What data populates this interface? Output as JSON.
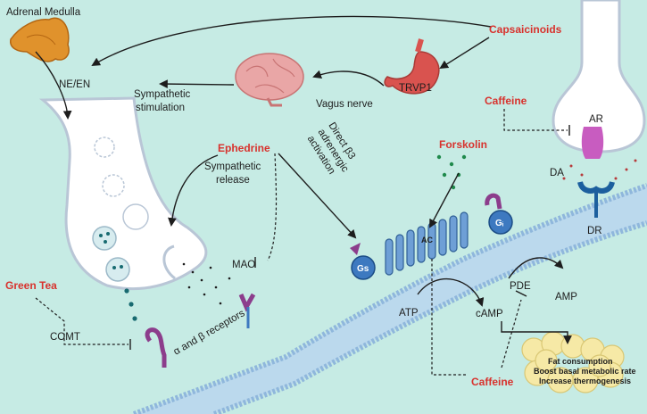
{
  "labels": {
    "adrenal_medulla": "Adrenal Medulla",
    "ne_en": "NE/EN",
    "sympathetic_stimulation_1": "Sympathetic",
    "sympathetic_stimulation_2": "stimulation",
    "vagus_nerve": "Vagus nerve",
    "trvp1": "TRVP1",
    "sympathetic_release_1": "Sympathetic",
    "sympathetic_release_2": "release",
    "direct_b3_1": "Direct β3",
    "direct_b3_2": "adrenergic",
    "direct_b3_3": "activation",
    "mao": "MAO",
    "comt": "COMT",
    "receptors": "α and β receptors",
    "gs": "Gs",
    "ac": "AC",
    "gi": "Gᵢ",
    "atp": "ATP",
    "camp": "cAMP",
    "pde": "PDE",
    "amp": "AMP",
    "ar": "AR",
    "da": "DA",
    "dr": "DR"
  },
  "compounds": {
    "capsaicinoids": "Capsaicinoids",
    "caffeine_top": "Caffeine",
    "ephedrine": "Ephedrine",
    "forskolin": "Forskolin",
    "green_tea": "Green Tea",
    "caffeine_bottom": "Caffeine"
  },
  "effects": {
    "line1": "Fat consumption",
    "line2": "Boost basal metabolic rate",
    "line3": "Increase thermogenesis"
  },
  "colors": {
    "background": "#c6ebe4",
    "compound_red": "#d8322d",
    "membrane": "#8fb7dc",
    "receptor_purple": "#a657b0",
    "protein_blue": "#3d79c0",
    "fat_yellow": "#f6e9a6",
    "adrenal_orange": "#e0922c",
    "brain_pink": "#e9a6a6",
    "stomach_red": "#d9534f",
    "ar_magenta": "#c85cc0",
    "dr_blue": "#1c5f9e",
    "dot_teal": "#176a70",
    "dot_green": "#1f8a4c"
  }
}
